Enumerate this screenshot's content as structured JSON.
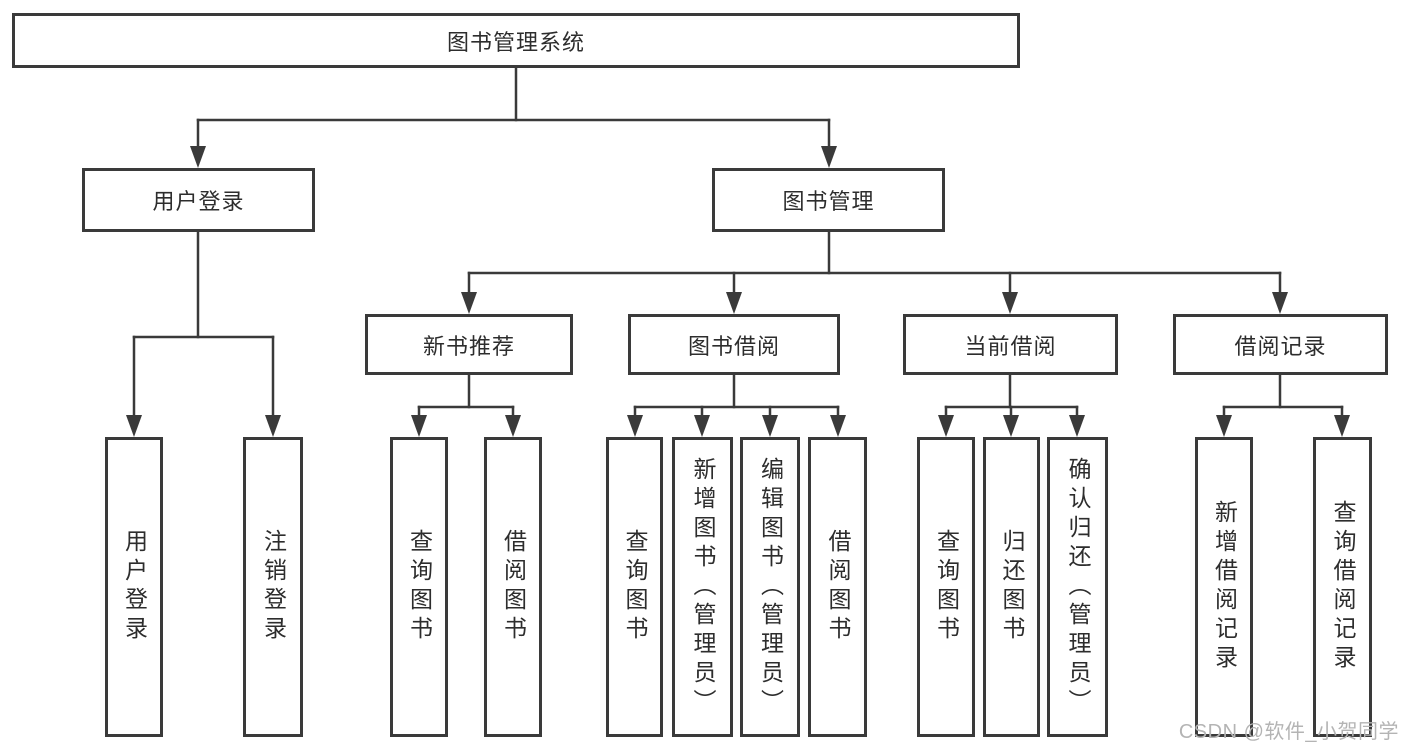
{
  "diagram": {
    "root": {
      "label": "图书管理系统",
      "children": [
        {
          "label": "用户登录",
          "children": [
            {
              "label": "用户登录"
            },
            {
              "label": "注销登录"
            }
          ]
        },
        {
          "label": "图书管理",
          "children": [
            {
              "label": "新书推荐",
              "children": [
                {
                  "label": "查询图书"
                },
                {
                  "label": "借阅图书"
                }
              ]
            },
            {
              "label": "图书借阅",
              "children": [
                {
                  "label": "查询图书"
                },
                {
                  "label": "新增图书（管理员）"
                },
                {
                  "label": "编辑图书（管理员）"
                },
                {
                  "label": "借阅图书"
                }
              ]
            },
            {
              "label": "当前借阅",
              "children": [
                {
                  "label": "查询图书"
                },
                {
                  "label": "归还图书"
                },
                {
                  "label": "确认归还（管理员）"
                }
              ]
            },
            {
              "label": "借阅记录",
              "children": [
                {
                  "label": "新增借阅记录"
                },
                {
                  "label": "查询借阅记录"
                }
              ]
            }
          ]
        }
      ]
    }
  },
  "watermark": "CSDN @软件_小贺同学",
  "colors": {
    "line": "#3a3a3a",
    "box_border": "#3a3a3a",
    "text": "#2d2d2d",
    "watermark": "#b4b4b4",
    "background": "#ffffff"
  }
}
